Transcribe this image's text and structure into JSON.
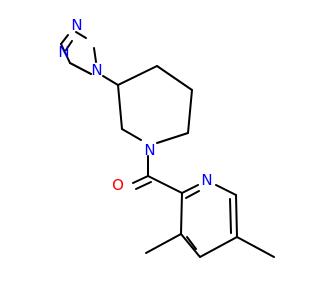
{
  "molecule": {
    "atoms": [
      {
        "id": "N_trz1",
        "symbol": "N",
        "color": "#0000ff"
      },
      {
        "id": "N_trz2",
        "symbol": "N",
        "color": "#0000ff"
      },
      {
        "id": "N_trz3",
        "symbol": "N",
        "color": "#0000ff"
      },
      {
        "id": "N_pip",
        "symbol": "N",
        "color": "#0000ff"
      },
      {
        "id": "O_carbonyl",
        "symbol": "O",
        "color": "#ff0000"
      },
      {
        "id": "N_pyr",
        "symbol": "N",
        "color": "#0000ff"
      }
    ],
    "bond_color": "#000000"
  }
}
